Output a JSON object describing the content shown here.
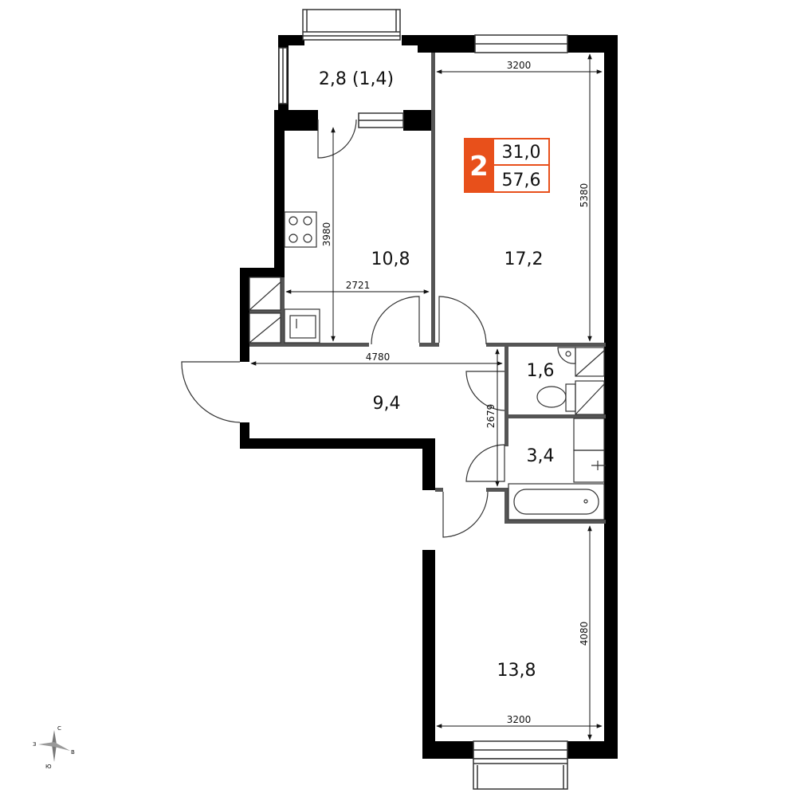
{
  "plan": {
    "badge": {
      "rooms": "2",
      "living_area": "31,0",
      "total_area": "57,6",
      "accent_color": "#E8501B"
    },
    "rooms": {
      "balcony": "2,8 (1,4)",
      "kitchen": "10,8",
      "living_room": "17,2",
      "hall": "9,4",
      "toilet": "1,6",
      "bathroom": "3,4",
      "bedroom": "13,8"
    },
    "dimensions": {
      "living_width": "3200",
      "living_length": "5380",
      "kitchen_length": "3980",
      "kitchen_width": "2721",
      "hall_width": "4780",
      "corridor_length": "2679",
      "bedroom_length": "4080",
      "bedroom_width": "3200"
    },
    "compass": {
      "north": "С",
      "east": "В",
      "south": "Ю",
      "west": "З"
    }
  }
}
